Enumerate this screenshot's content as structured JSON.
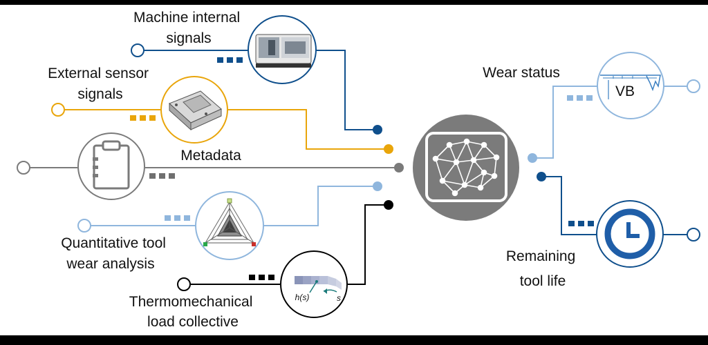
{
  "inputs": {
    "machine_signals": {
      "lines": [
        "Machine internal",
        "signals"
      ],
      "color": "#0f4f8c"
    },
    "external_sensor": {
      "lines": [
        "External sensor",
        "signals"
      ],
      "color": "#e9a50a"
    },
    "metadata": {
      "lines": [
        "Metadata"
      ],
      "color": "#7a7a7a"
    },
    "quant_wear": {
      "lines": [
        "Quantitative tool",
        "wear analysis"
      ],
      "color": "#8fb6dd"
    },
    "thermo_load": {
      "lines": [
        "Thermomechanical",
        "load collective"
      ],
      "color": "#000000"
    }
  },
  "outputs": {
    "wear_status": {
      "lines": [
        "Wear status"
      ],
      "color": "#8fb6dd",
      "icon_text": "VB"
    },
    "remaining_life": {
      "lines": [
        "Remaining",
        "tool life"
      ],
      "color": "#0f4f8c"
    }
  },
  "thermo_icon": {
    "h_label": "h(s)",
    "s_label": "s"
  },
  "colors": {
    "text": "#111111",
    "background": "#ffffff",
    "hub": "#7b7b7b",
    "frame": "#000000"
  }
}
